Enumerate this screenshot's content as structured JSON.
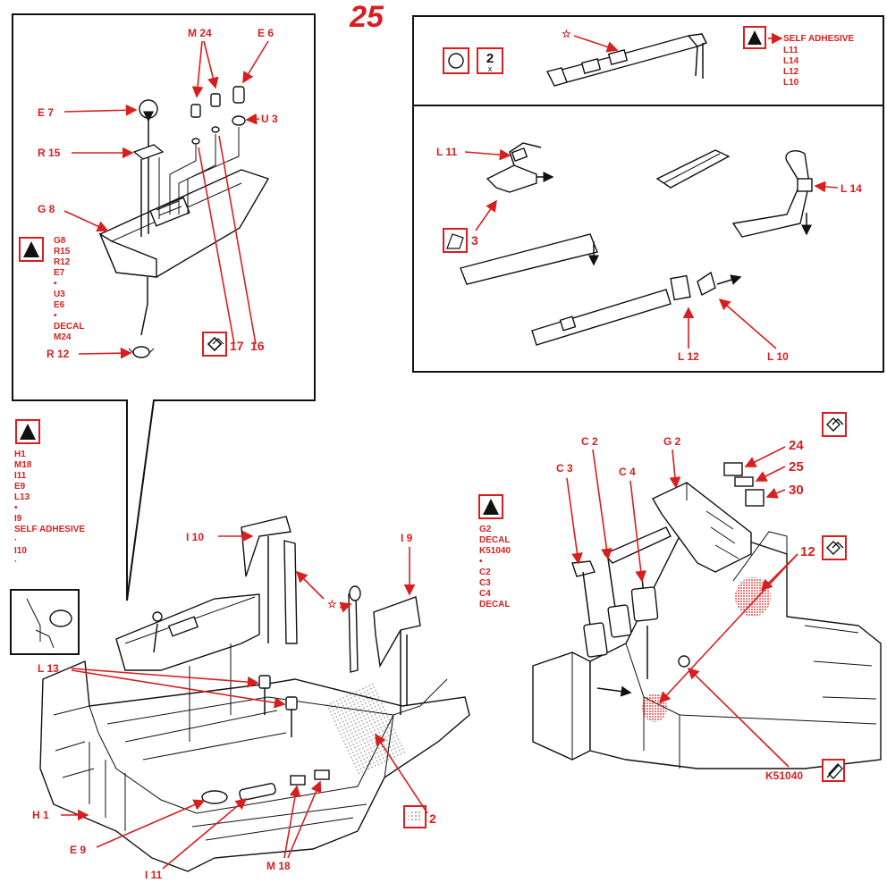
{
  "step_number": "25",
  "colors": {
    "accent": "#d81e1e",
    "ink": "#111111",
    "paper": "#ffffff"
  },
  "panel_console": {
    "labels": {
      "m24": "M 24",
      "e6": "E 6",
      "e7": "E 7",
      "u3": "U 3",
      "r15": "R 15",
      "g8": "G 8",
      "r12": "R 12",
      "n17": "17",
      "n16": "16"
    },
    "paint_list": [
      "G8",
      "R15",
      "R12",
      "E7",
      "•",
      "U3",
      "E6",
      "•",
      "DECAL",
      "M24"
    ]
  },
  "panel_belt_top": {
    "self_adhesive": "SELF ADHESIVE",
    "list": [
      "L11",
      "L14",
      "L12",
      "L10"
    ],
    "count_badge": "2",
    "count_badge_sub": "x",
    "star": "☆"
  },
  "panel_belt_detail": {
    "labels": {
      "l11": "L 11",
      "l14": "L 14",
      "l12": "L 12",
      "l10": "L 10",
      "n3": "3"
    }
  },
  "panel_floor": {
    "paint_list": [
      "H1",
      "M18",
      "I11",
      "E9",
      "L13",
      "•",
      "I9",
      "SELF ADHESIVE",
      "·",
      "I10",
      "·"
    ],
    "labels": {
      "i10": "I 10",
      "i9": "I 9",
      "l13": "L 13",
      "h1": "H 1",
      "e9": "E 9",
      "i11": "I 11",
      "m18": "M 18",
      "n2": "2",
      "star": "☆"
    }
  },
  "panel_pedals": {
    "paint_list": [
      "G2",
      "DECAL",
      "K51040",
      "•",
      "C2",
      "C3",
      "C4",
      "DECAL"
    ],
    "labels": {
      "c2": "C 2",
      "c3": "C 3",
      "c4": "C 4",
      "g2": "G 2",
      "n24": "24",
      "n25": "25",
      "n30": "30",
      "n12": "12",
      "k51040": "K51040"
    }
  }
}
